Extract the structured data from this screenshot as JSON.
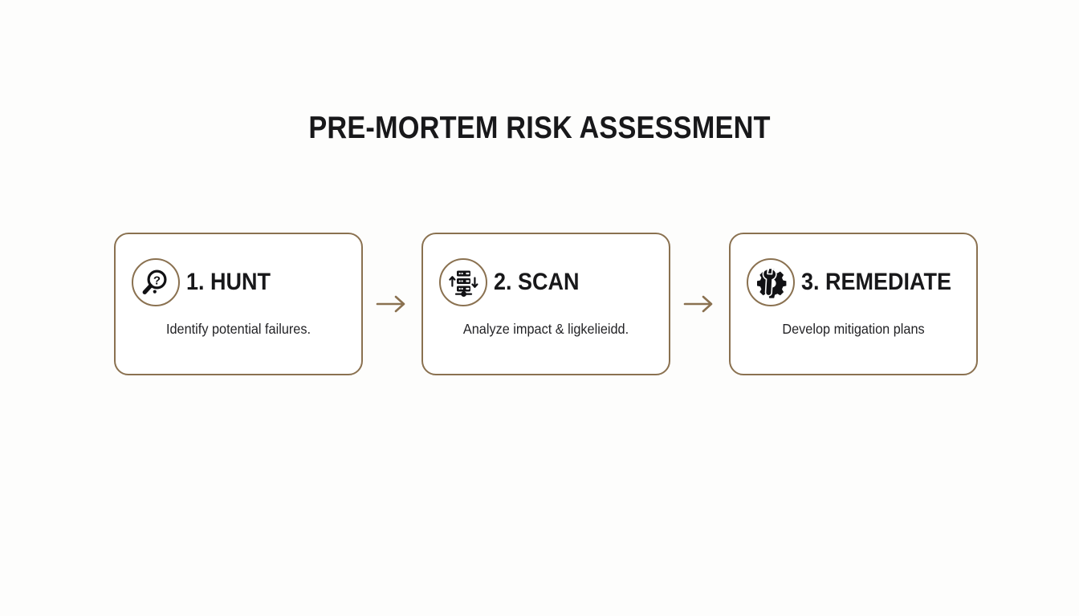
{
  "page": {
    "title": "PRE-MORTEM RISK ASSESSMENT",
    "background_color": "#fdfdfc",
    "accent_color": "#8a7150",
    "text_color": "#18181a"
  },
  "flow": {
    "arrow_glyph": "→",
    "arrows": [
      {
        "name": "arrow-1",
        "label": "→"
      },
      {
        "name": "arrow-2",
        "label": "→"
      }
    ],
    "steps": [
      {
        "heading": "1. HUNT",
        "description": "Identify potential failures.",
        "icon": "magnifier-question-icon"
      },
      {
        "heading": "2. SCAN",
        "description": "Analyze impact & ligkelieidd.",
        "icon": "server-scan-icon"
      },
      {
        "heading": "3. REMEDIATE",
        "description": "Develop mitigation plans",
        "icon": "gear-wrench-icon"
      }
    ]
  }
}
